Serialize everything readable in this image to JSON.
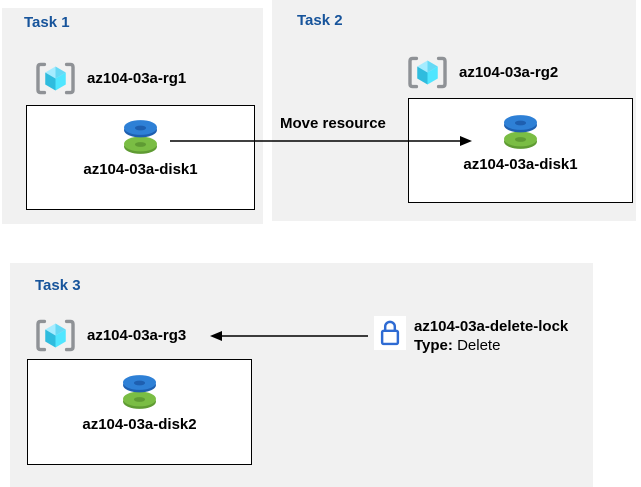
{
  "colors": {
    "page_bg": "#FFFFFF",
    "panel_bg": "#F1F1F1",
    "task_title": "#17549B",
    "box_border": "#000000",
    "arrow": "#000000",
    "bracket_gray": "#8F9296",
    "cube_top_left": "#A5ECFF",
    "cube_top_right": "#66D9F5",
    "cube_front_left": "#2FBCDE",
    "cube_front_right": "#50E6FF",
    "disk_blue": "#2E80D6",
    "disk_blue_dark": "#1E5FB0",
    "disk_green": "#7ABD44",
    "disk_green_dark": "#5F9B33",
    "lock_blue": "#2E6BD3"
  },
  "icons": {
    "resource_group": "resource-group-brackets-cube-icon",
    "disk": "disk-stack-icon",
    "lock": "padlock-icon",
    "move_arrow": "arrow-right",
    "lock_arrow": "arrow-left"
  },
  "tasks": [
    {
      "label": "Task 1",
      "rg": "az104-03a-rg1",
      "disk": "az104-03a-disk1"
    },
    {
      "label": "Task 2",
      "rg": "az104-03a-rg2",
      "disk": "az104-03a-disk1"
    },
    {
      "label": "Task 3",
      "rg": "az104-03a-rg3",
      "disk": "az104-03a-disk2"
    }
  ],
  "move_label": "Move resource",
  "lock": {
    "name": "az104-03a-delete-lock",
    "type_label": "Type:",
    "type_value": "Delete"
  }
}
